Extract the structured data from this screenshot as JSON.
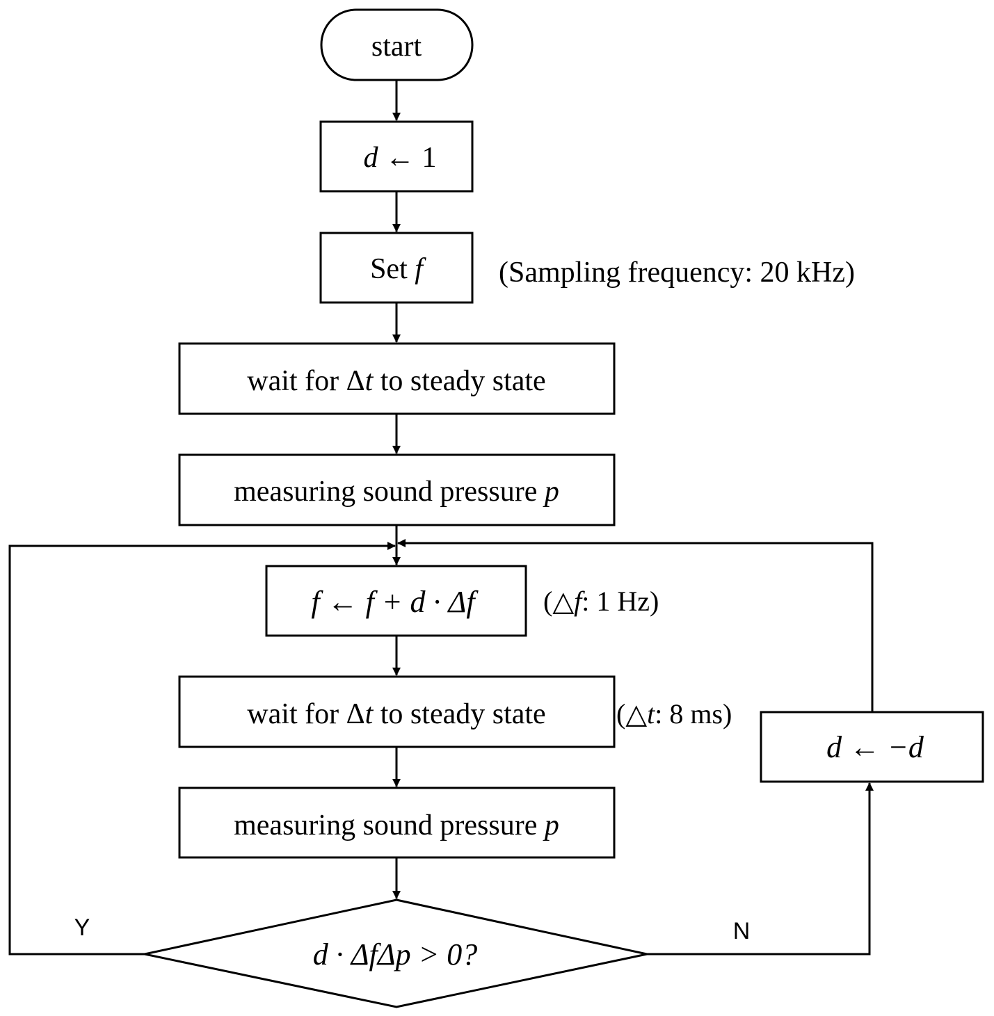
{
  "nodes": {
    "start": {
      "text": "start"
    },
    "init_d": {
      "var": "d",
      "op": " ← 1"
    },
    "set_f": {
      "text": "Set ",
      "var": "f"
    },
    "wait_1": {
      "pre": "wait for Δ",
      "var": "t",
      "post": " to steady state"
    },
    "measure_1": {
      "pre": "measuring sound pressure ",
      "var": "p"
    },
    "update_f": {
      "expr": "f ← f + d · Δf"
    },
    "wait_2": {
      "pre": "wait for Δ",
      "var": "t",
      "post": " to steady state"
    },
    "measure_2": {
      "pre": "measuring sound pressure ",
      "var": "p"
    },
    "decision": {
      "expr": "d · ΔfΔp > 0?"
    },
    "flip_d": {
      "expr": "d ← −d"
    }
  },
  "annotations": {
    "sampling": "(Sampling frequency: 20 kHz)",
    "delta_f": {
      "open": "(△",
      "var": "f",
      "rest": ": 1 Hz)"
    },
    "delta_t": {
      "open": "(△",
      "var": "t",
      "rest": ": 8 ms)"
    }
  },
  "branches": {
    "yes": "Y",
    "no": "N"
  }
}
